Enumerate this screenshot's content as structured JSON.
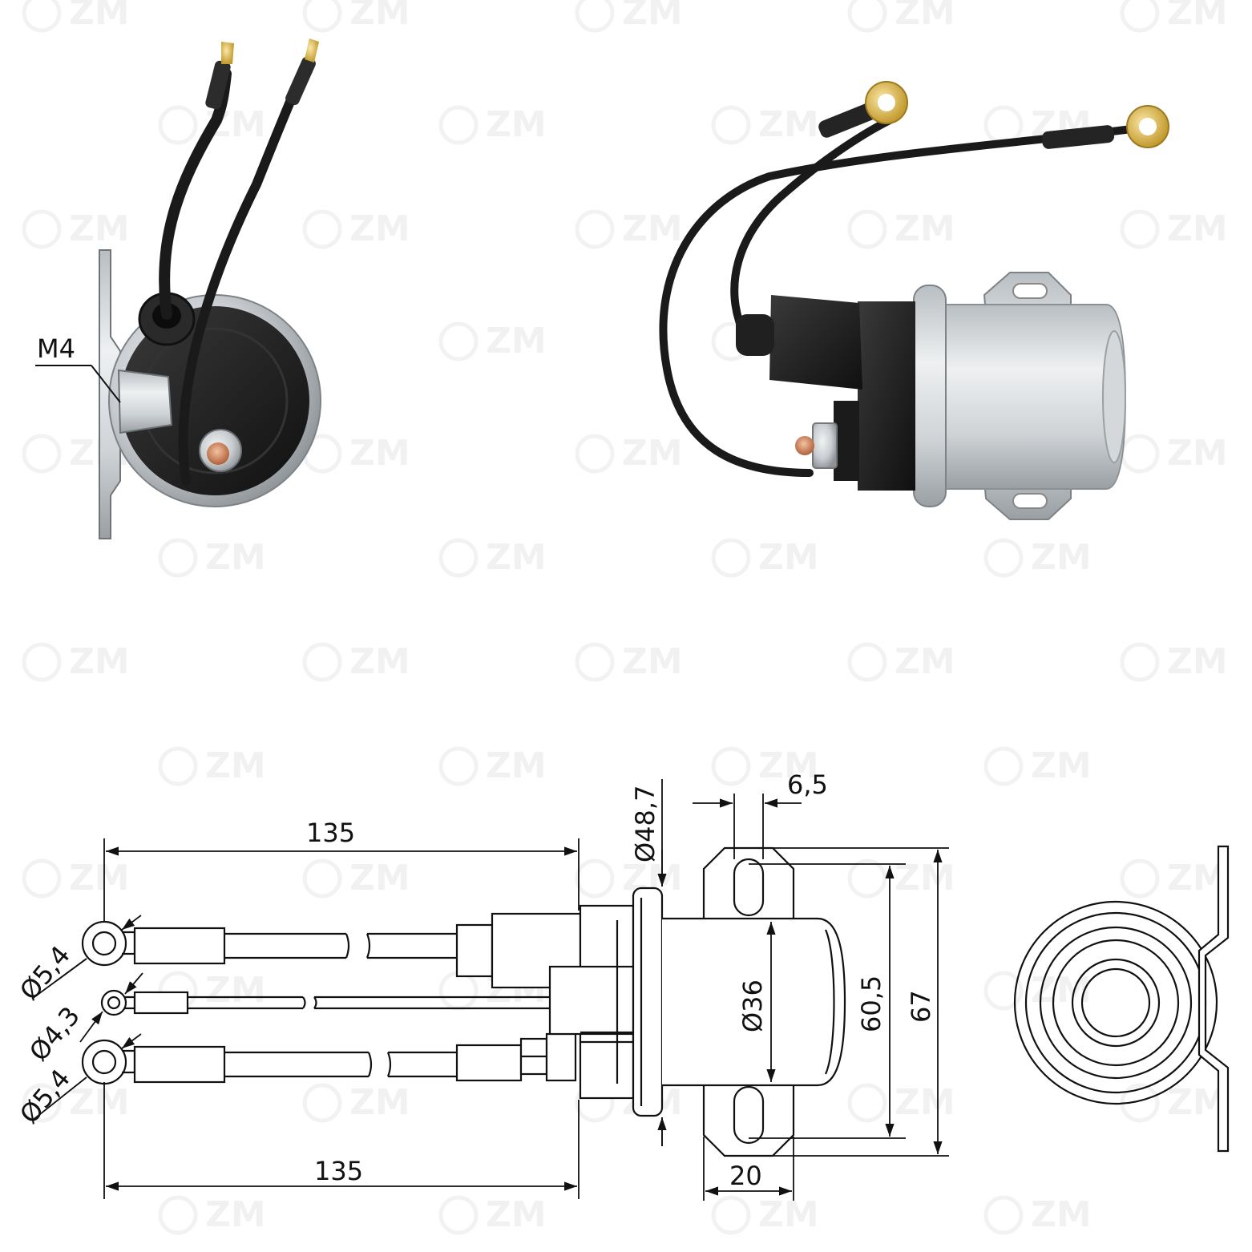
{
  "watermark": {
    "brand": "ZM",
    "emblem": "zm-logo-icon"
  },
  "photo_end_view": {
    "thread_label": "M4"
  },
  "photo_side_view": {},
  "drawing": {
    "length_top": "135",
    "length_bottom": "135",
    "eye_top_dia": "Ø5,4",
    "eye_mid_dia": "Ø4,3",
    "eye_bottom_dia": "Ø5,4",
    "flange_dia": "Ø48,7",
    "body_dia": "Ø36",
    "slot_width": "6,5",
    "hole_spacing": "60,5",
    "bracket_height": "67",
    "bracket_width": "20"
  },
  "colors": {
    "line": "#111111",
    "cable": "#1a1a1a",
    "metal": "#c9cdd1",
    "plastic": "#1e1e1e",
    "copper": "#c87a4a",
    "brass": "#d8b34a"
  }
}
